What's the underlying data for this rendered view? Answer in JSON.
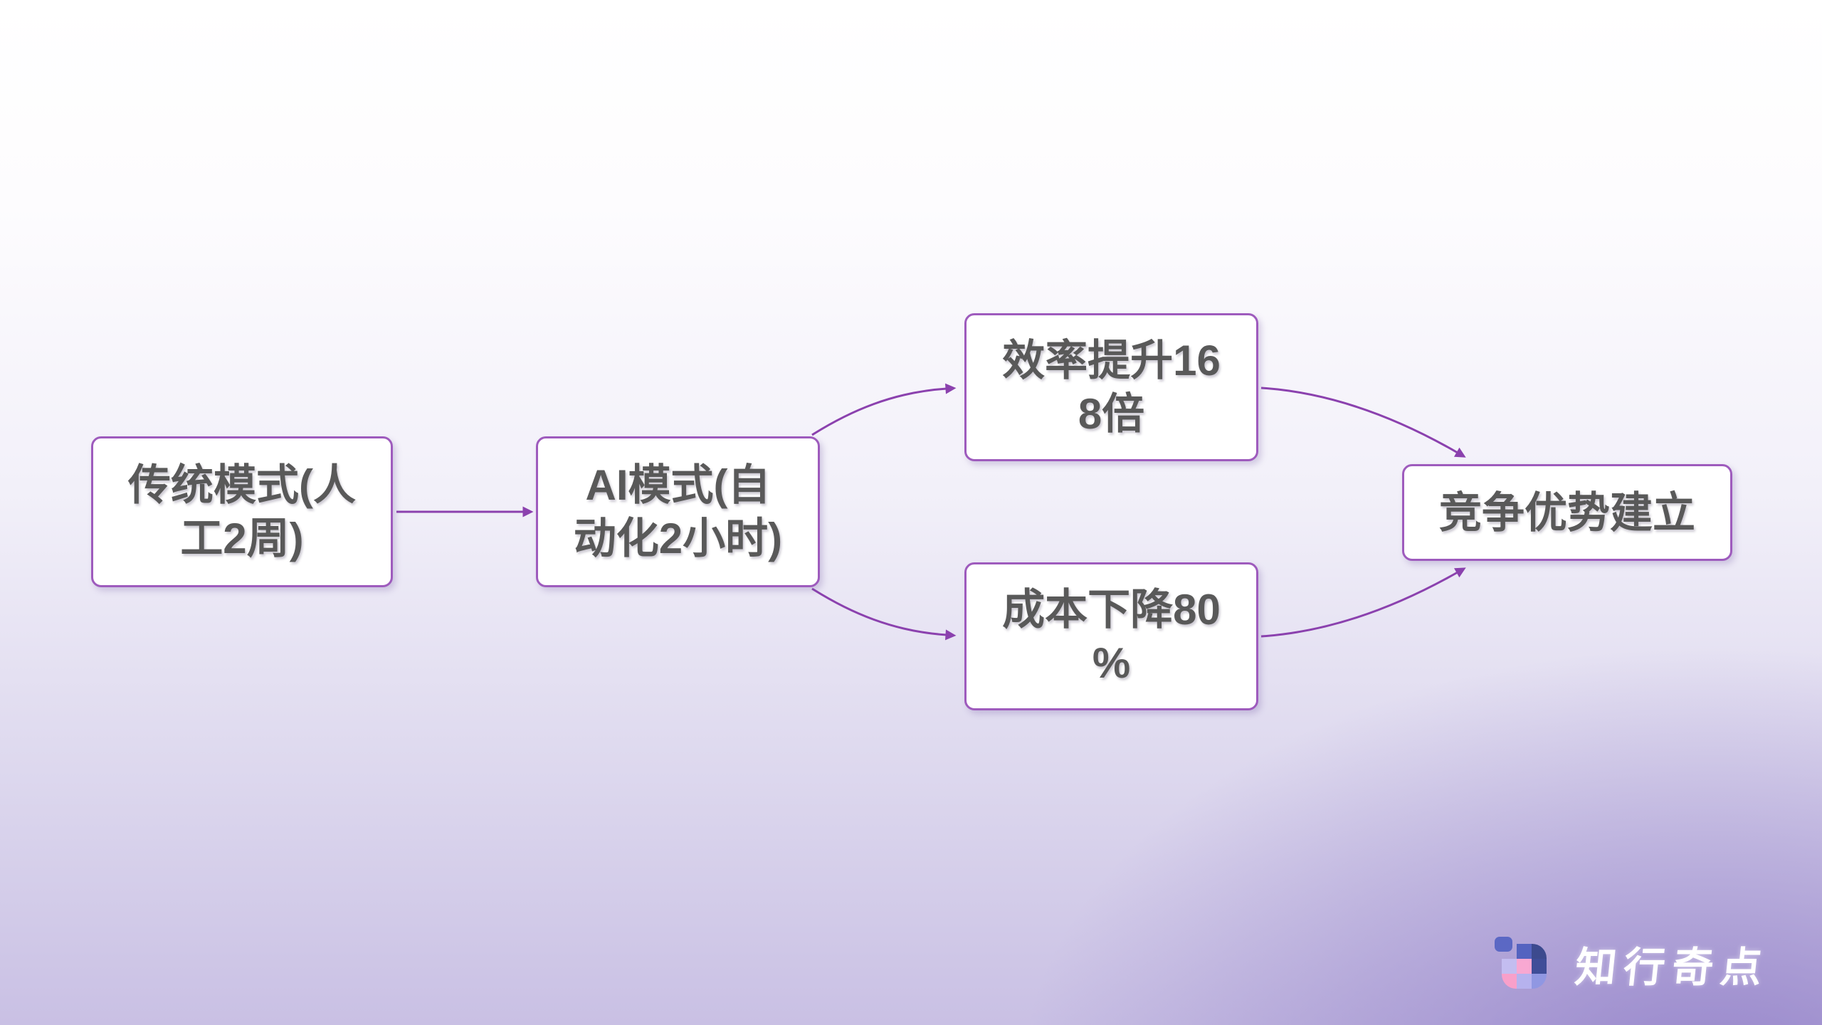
{
  "diagram": {
    "nodes": {
      "traditional": {
        "label": "传统模式(人\n工2周)"
      },
      "ai": {
        "label": "AI模式(自\n动化2小时)"
      },
      "efficiency": {
        "label": "效率提升16\n8倍"
      },
      "cost": {
        "label": "成本下降80\n%"
      },
      "advantage": {
        "label": "竞争优势建立"
      }
    },
    "edges": [
      {
        "from": "traditional",
        "to": "ai"
      },
      {
        "from": "ai",
        "to": "efficiency"
      },
      {
        "from": "ai",
        "to": "cost"
      },
      {
        "from": "efficiency",
        "to": "advantage"
      },
      {
        "from": "cost",
        "to": "advantage"
      }
    ],
    "colors": {
      "node_border": "#9e5bbd",
      "node_background": "#ffffff",
      "node_text": "#595959",
      "connector": "#8b41ae"
    }
  },
  "logo": {
    "text": "知行奇点",
    "text_color": "#ffffff",
    "icon": "mosaic-grid-icon",
    "icon_colors": [
      "#5b68c4",
      "#5463c0",
      "#3c4a8e",
      "#c3bdf0",
      "#f8a8d2",
      "#3f4d98",
      "#f8a0ca",
      "#b6b2ee",
      "#9097e2"
    ]
  },
  "background": {
    "top": "#ffffff",
    "middle": "#f2f0f9",
    "bottom_left": "#d6d0ea",
    "bottom_right": "#a08fcd"
  }
}
